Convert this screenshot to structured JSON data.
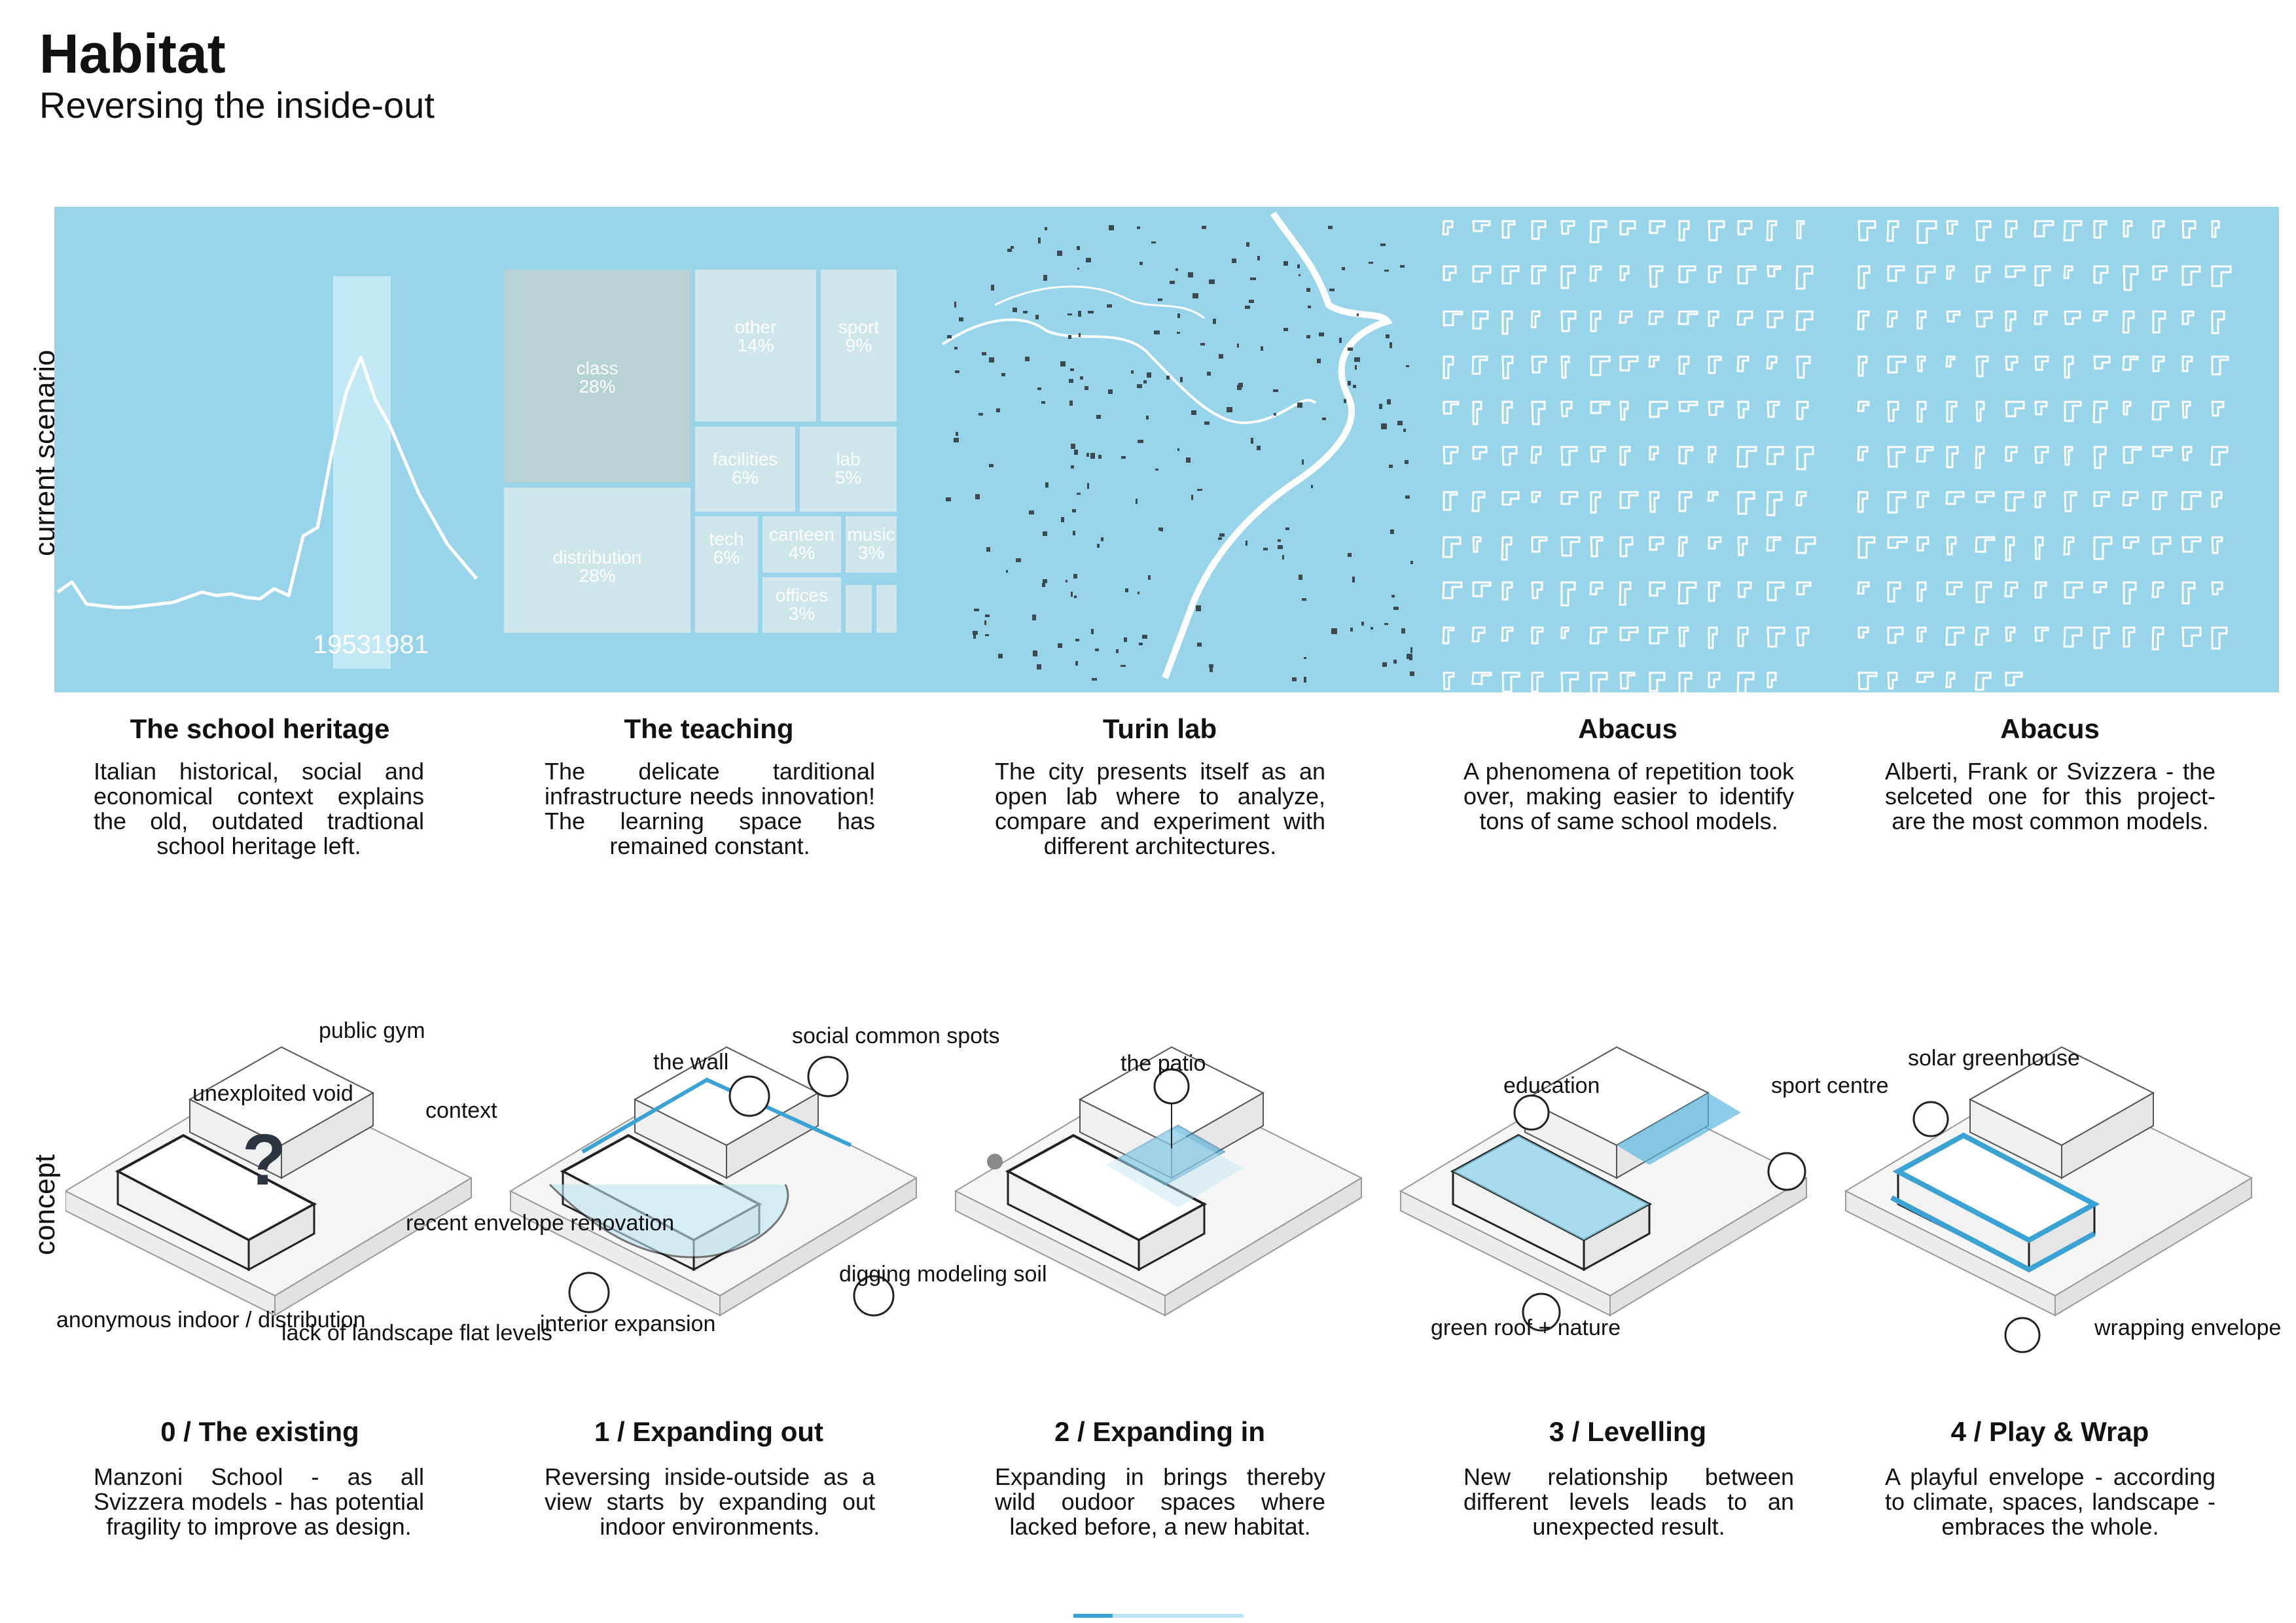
{
  "header": {
    "title": "Habitat",
    "subtitle": "Reversing the inside-out"
  },
  "rows": {
    "current": "current scenario",
    "concept": "concept"
  },
  "chart_data": {
    "type": "line",
    "x_labels": [
      "1953",
      "1981"
    ],
    "highlight": [
      "1953",
      "1981"
    ],
    "values": [
      12,
      18,
      5,
      4,
      3,
      3,
      4,
      5,
      6,
      9,
      12,
      10,
      11,
      9,
      8,
      14,
      10,
      45,
      50,
      95,
      130,
      150,
      125,
      110,
      90,
      70,
      55,
      40,
      30,
      20
    ],
    "title": "",
    "xlabel": "",
    "ylabel": ""
  },
  "treemap": {
    "cells": [
      {
        "name": "class",
        "pct": "28%"
      },
      {
        "name": "distribution",
        "pct": "28%"
      },
      {
        "name": "other",
        "pct": "14%"
      },
      {
        "name": "sport",
        "pct": "9%"
      },
      {
        "name": "facilities",
        "pct": "6%"
      },
      {
        "name": "lab",
        "pct": "5%"
      },
      {
        "name": "tech",
        "pct": "6%"
      },
      {
        "name": "canteen",
        "pct": "4%"
      },
      {
        "name": "music",
        "pct": "3%"
      },
      {
        "name": "offices",
        "pct": "3%"
      }
    ]
  },
  "captions": [
    {
      "title": "The school heritage",
      "text": "Italian historical, social and economical context explains the old, outdated tradtional school heritage left."
    },
    {
      "title": "The teaching",
      "text": "The delicate tarditional infrastructure needs innovation! The learning space has remained constant."
    },
    {
      "title": "Turin lab",
      "text": "The city presents itself as an open lab where to analyze, compare and experiment with different architectures."
    },
    {
      "title": "Abacus",
      "text": "A phenomena of repetition took over, making easier to identify tons of same school models."
    },
    {
      "title": "Abacus",
      "text": "Alberti, Frank or Svizzera - the selceted one for this project- are the most common models."
    }
  ],
  "concepts": [
    {
      "title": "0 / The existing",
      "text": "Manzoni School - as all Svizzera models - has potential fragility to improve as design."
    },
    {
      "title": "1 / Expanding out",
      "text": "Reversing inside-outside as a view starts by expanding out indoor environments."
    },
    {
      "title": "2 / Expanding in",
      "text": "Expanding in brings thereby wild oudoor spaces where lacked before, a new habitat."
    },
    {
      "title": "3 / Levelling",
      "text": "New relationship between different levels leads to an unexpected result."
    },
    {
      "title": "4 / Play & Wrap",
      "text": "A playful envelope - according to climate, spaces, landscape - embraces the whole."
    }
  ],
  "diagram_labels": {
    "d0": {
      "public_gym": "public gym",
      "unexploited_void": "unexploited void",
      "context": "context",
      "recent_envelope": "recent envelope renovation",
      "anonymous": "anonymous indoor / distribution",
      "lack_landscape": "lack of landscape flat levels"
    },
    "d1": {
      "the_wall": "the wall",
      "social": "social common spots",
      "interior": "interior expansion",
      "digging": "digging modeling soil"
    },
    "d2": {
      "the_patio": "the patio"
    },
    "d3": {
      "education": "education",
      "sport": "sport centre",
      "green_roof": "green roof + nature"
    },
    "d4": {
      "solar": "solar greenhouse",
      "wrapping": "wrapping envelope"
    }
  },
  "colors": {
    "band": "#98d5ea",
    "accent": "#3aa3d4",
    "light_accent": "#bfe6f4",
    "treemap_dark": "#b7d2d4",
    "treemap_light": "#cfe7ec"
  }
}
